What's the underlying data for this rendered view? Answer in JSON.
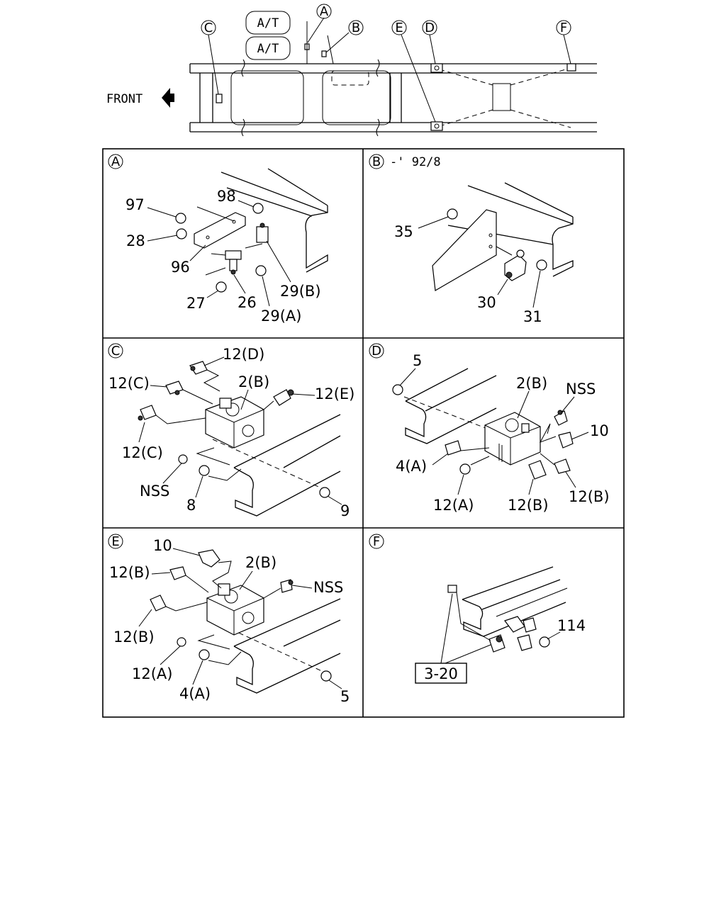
{
  "overview": {
    "front_label": "FRONT",
    "at_label_1": "A/T",
    "at_label_2": "A/T",
    "callouts": [
      "A",
      "B",
      "C",
      "D",
      "E",
      "F"
    ]
  },
  "panels": {
    "A": {
      "letter": "A",
      "title": "",
      "labels": [
        "97",
        "98",
        "28",
        "96",
        "27",
        "26",
        "29(B)",
        "29(A)"
      ]
    },
    "B": {
      "letter": "B",
      "title": "-' 92/8",
      "labels": [
        "35",
        "30",
        "31"
      ]
    },
    "C": {
      "letter": "C",
      "title": "",
      "labels": [
        "12(D)",
        "12(C)",
        "2(B)",
        "12(E)",
        "12(C)",
        "NSS",
        "8",
        "9"
      ]
    },
    "D": {
      "letter": "D",
      "title": "",
      "labels": [
        "5",
        "2(B)",
        "NSS",
        "10",
        "4(A)",
        "12(A)",
        "12(B)",
        "12(B)"
      ]
    },
    "E": {
      "letter": "E",
      "title": "",
      "labels": [
        "10",
        "12(B)",
        "2(B)",
        "NSS",
        "12(B)",
        "12(A)",
        "4(A)",
        "5"
      ]
    },
    "F": {
      "letter": "F",
      "title": "",
      "labels": [
        "114",
        "3-20"
      ]
    }
  }
}
